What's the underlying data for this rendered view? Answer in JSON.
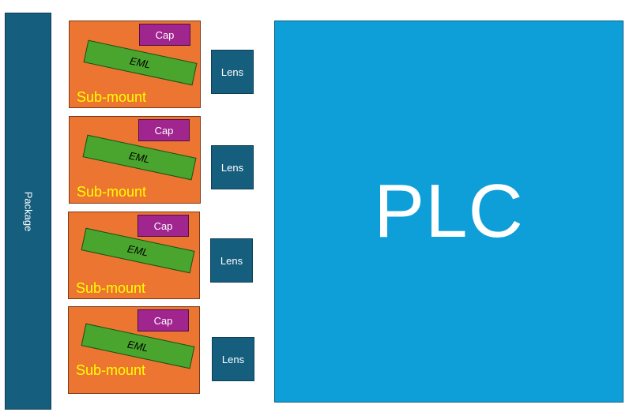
{
  "diagram": {
    "package_label": "Package",
    "plc_label": "PLC",
    "modules": [
      {
        "submount_label": "Sub-mount",
        "cap_label": "Cap",
        "eml_label": "EML",
        "lens_label": "Lens"
      },
      {
        "submount_label": "Sub-mount",
        "cap_label": "Cap",
        "eml_label": "EML",
        "lens_label": "Lens"
      },
      {
        "submount_label": "Sub-mount",
        "cap_label": "Cap",
        "eml_label": "EML",
        "lens_label": "Lens"
      },
      {
        "submount_label": "Sub-mount",
        "cap_label": "Cap",
        "eml_label": "EML",
        "lens_label": "Lens"
      }
    ]
  }
}
